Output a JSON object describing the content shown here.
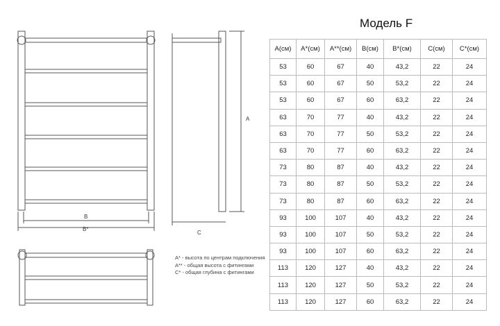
{
  "title": "Модель F",
  "labels": {
    "a": "A",
    "b": "B",
    "b_star": "B*",
    "c": "C"
  },
  "table": {
    "headers": [
      "A(см)",
      "A*(см)",
      "A**(см)",
      "B(см)",
      "B*(см)",
      "C(см)",
      "C*(см)"
    ],
    "rows": [
      [
        "53",
        "60",
        "67",
        "40",
        "43,2",
        "22",
        "24"
      ],
      [
        "53",
        "60",
        "67",
        "50",
        "53,2",
        "22",
        "24"
      ],
      [
        "53",
        "60",
        "67",
        "60",
        "63,2",
        "22",
        "24"
      ],
      [
        "63",
        "70",
        "77",
        "40",
        "43,2",
        "22",
        "24"
      ],
      [
        "63",
        "70",
        "77",
        "50",
        "53,2",
        "22",
        "24"
      ],
      [
        "63",
        "70",
        "77",
        "60",
        "63,2",
        "22",
        "24"
      ],
      [
        "73",
        "80",
        "87",
        "40",
        "43,2",
        "22",
        "24"
      ],
      [
        "73",
        "80",
        "87",
        "50",
        "53,2",
        "22",
        "24"
      ],
      [
        "73",
        "80",
        "87",
        "60",
        "63,2",
        "22",
        "24"
      ],
      [
        "93",
        "100",
        "107",
        "40",
        "43,2",
        "22",
        "24"
      ],
      [
        "93",
        "100",
        "107",
        "50",
        "53,2",
        "22",
        "24"
      ],
      [
        "93",
        "100",
        "107",
        "60",
        "63,2",
        "22",
        "24"
      ],
      [
        "113",
        "120",
        "127",
        "40",
        "43,2",
        "22",
        "24"
      ],
      [
        "113",
        "120",
        "127",
        "50",
        "53,2",
        "22",
        "24"
      ],
      [
        "113",
        "120",
        "127",
        "60",
        "63,2",
        "22",
        "24"
      ]
    ]
  },
  "notes": [
    "A* - высота по центрам подключения",
    "A** - общая высота с фитингами",
    "C* - общая глубина с фитингами"
  ]
}
